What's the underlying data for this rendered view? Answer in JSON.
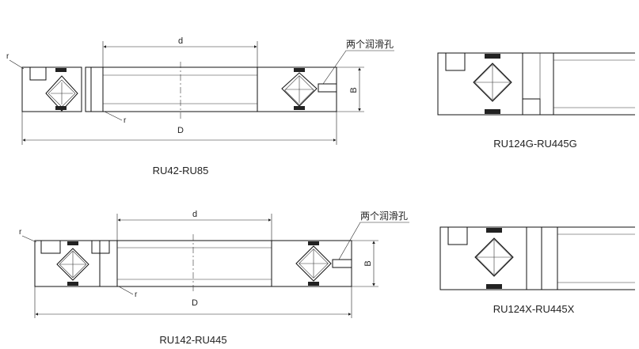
{
  "figures": [
    {
      "caption": "RU42-RU85",
      "dim_inner": "d",
      "dim_outer": "D",
      "dim_height": "B",
      "radius_label_1": "r",
      "radius_label_2": "r",
      "note": "两个润滑孔"
    },
    {
      "caption": "RU124G-RU445G"
    },
    {
      "caption": "RU142-RU445",
      "dim_inner": "d",
      "dim_outer": "D",
      "dim_height": "B",
      "radius_label_1": "r",
      "radius_label_2": "r",
      "note": "两个润滑孔"
    },
    {
      "caption": "RU124X-RU445X"
    }
  ]
}
